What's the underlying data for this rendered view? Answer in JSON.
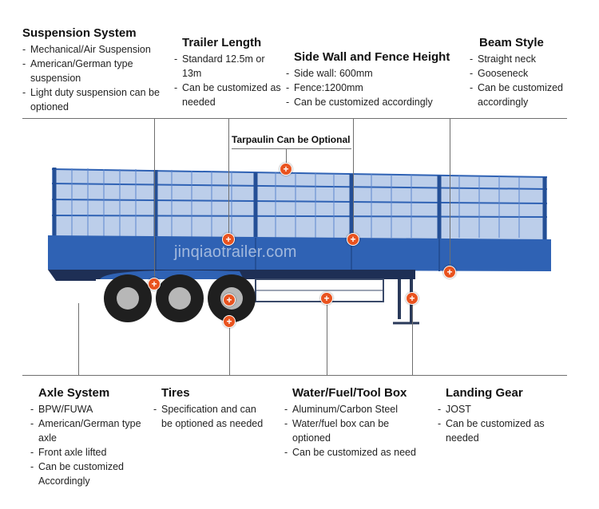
{
  "watermark": "jinqiaotrailer.com",
  "tarpaulin_label": "Tarpaulin Can be Optional",
  "colors": {
    "trailer_blue": "#2f62b4",
    "hotspot": "#e9531f",
    "line": "#6f6f6f"
  },
  "top": {
    "suspension": {
      "title": "Suspension System",
      "items": [
        "Mechanical/Air Suspension",
        "American/German type suspension",
        "Light duty suspension can be optioned"
      ]
    },
    "length": {
      "title": "Trailer Length",
      "items": [
        "Standard 12.5m or 13m",
        "Can be customized as needed"
      ]
    },
    "sidewall": {
      "title": "Side Wall and Fence Height",
      "items": [
        "Side wall: 600mm",
        "Fence:1200mm",
        "Can be customized accordingly"
      ]
    },
    "beam": {
      "title": "Beam Style",
      "items": [
        "Straight neck",
        "Gooseneck",
        "Can be customized accordingly"
      ]
    }
  },
  "bottom": {
    "axle": {
      "title": "Axle System",
      "items": [
        "BPW/FUWA",
        "American/German type axle",
        "Front axle lifted",
        "Can be customized Accordingly"
      ]
    },
    "tires": {
      "title": "Tires",
      "items": [
        "Specification and can be optioned as needed"
      ]
    },
    "box": {
      "title": "Water/Fuel/Tool Box",
      "items": [
        "Aluminum/Carbon Steel",
        "Water/fuel box can be optioned",
        "Can be customized as need"
      ]
    },
    "landing": {
      "title": "Landing Gear",
      "items": [
        "JOST",
        "Can be customized as needed"
      ]
    }
  },
  "hotspot_symbol": "+"
}
